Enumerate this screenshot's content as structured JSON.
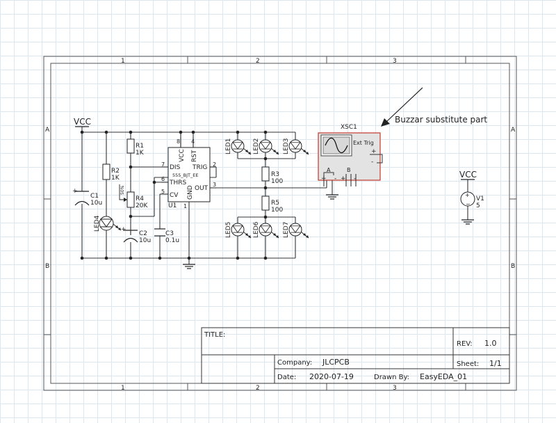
{
  "frame": {
    "top_ruler": [
      "1",
      "2",
      "3"
    ],
    "bottom_ruler": [
      "1",
      "2",
      "3"
    ],
    "left_ruler": [
      "A",
      "B"
    ],
    "right_ruler": [
      "A",
      "B"
    ]
  },
  "power": {
    "vcc_left": "VCC",
    "vcc_right": "VCC"
  },
  "parts": {
    "r1": {
      "ref": "R1",
      "val": "1K"
    },
    "r2": {
      "ref": "R2",
      "val": "1K"
    },
    "r3": {
      "ref": "R3",
      "val": "100"
    },
    "r4": {
      "ref": "R4",
      "val": "20K",
      "tag": "50%"
    },
    "r5": {
      "ref": "R5",
      "val": "100"
    },
    "c1": {
      "ref": "C1",
      "val": "10u"
    },
    "c2": {
      "ref": "C2",
      "val": "10u"
    },
    "c3": {
      "ref": "C3",
      "val": "0.1u"
    },
    "v1": {
      "ref": "V1",
      "val": "5"
    },
    "leds": [
      "LED1",
      "LED2",
      "LED3",
      "LED4",
      "LED5",
      "LED6",
      "LED7"
    ]
  },
  "ic": {
    "ref": "U1",
    "name": "555_BJT_EE",
    "pins": {
      "dis": "DIS",
      "trig": "TRIG",
      "thrs": "THRS",
      "cv": "CV",
      "out": "OUT",
      "vcc": "VCC",
      "rst": "RST",
      "gnd": "GND"
    },
    "pin_numbers": {
      "n8": "8",
      "n4": "4",
      "n7": "7",
      "n2": "2",
      "n6": "6",
      "n5": "5",
      "n3": "3",
      "n1": "1"
    }
  },
  "scope": {
    "ref": "XSC1",
    "ext_trig": "Ext Trig",
    "channel_a": "A",
    "channel_b": "B",
    "plus": "+",
    "minus": "-"
  },
  "annotation": "Buzzar substitute part",
  "title_block": {
    "title_label": "TITLE:",
    "title_value": "",
    "rev_label": "REV:",
    "rev_value": "1.0",
    "company_label": "Company:",
    "company_value": "JLCPCB",
    "sheet_label": "Sheet:",
    "sheet_value": "1/1",
    "date_label": "Date:",
    "date_value": "2020-07-19",
    "drawn_label": "Drawn By:",
    "drawn_value": "EasyEDA_01"
  },
  "colors": {
    "scope_border": "#c0392b",
    "scope_fill": "#e3e3e3",
    "wire": "#333333",
    "grid": "#dde6ee"
  }
}
